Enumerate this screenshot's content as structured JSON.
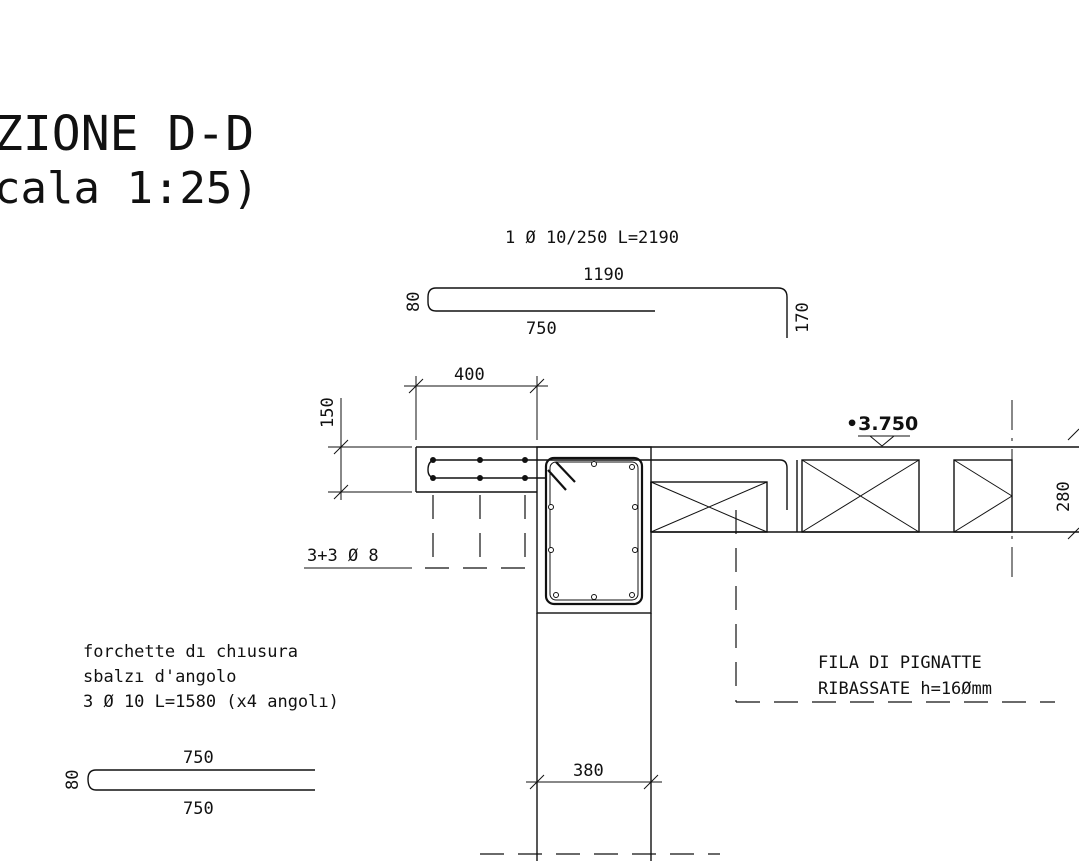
{
  "title": {
    "line1": "ZIONE D-D",
    "line2": "cala 1:25)"
  },
  "top_bar": {
    "spec": "1 Ø 10/250 L=2190",
    "length_top": "1190",
    "length_bottom": "750",
    "hook_left": "80",
    "hook_right": "170"
  },
  "dimensions": {
    "cantilever_width": "400",
    "slab_thickness": "150",
    "beam_width": "380",
    "floor_height": "280"
  },
  "level": {
    "label": "•3.750"
  },
  "rebar_label": "3+3 Ø 8",
  "forks": {
    "line1": "forchette dı chıusura",
    "line2": "sbalzı d'angolo",
    "line3": "3 Ø 10 L=1580 (x4 angolı)",
    "length_top": "750",
    "length_bottom": "750",
    "hook": "80"
  },
  "note": {
    "line1": "FILA DI PIGNATTE",
    "line2": "RIBASSATE h=16Ømm"
  }
}
